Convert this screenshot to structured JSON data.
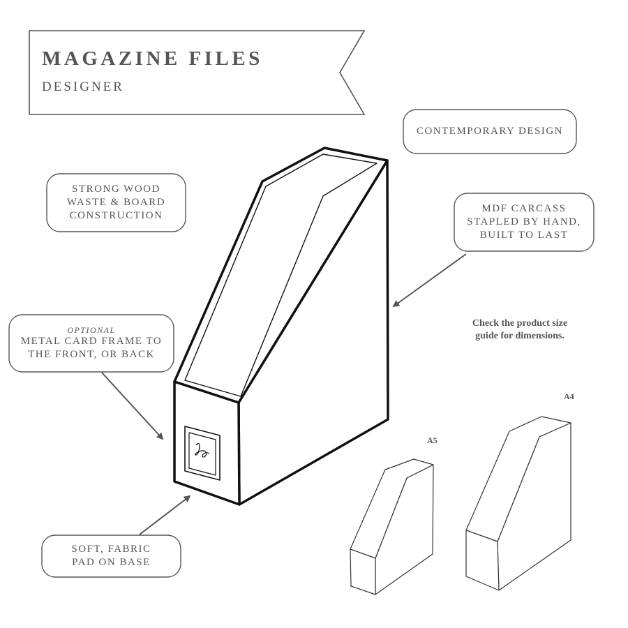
{
  "banner": {
    "title": "MAGAZINE FILES",
    "subtitle": "DESIGNER"
  },
  "callouts": {
    "contemporary": {
      "lines": [
        "CONTEMPORARY DESIGN"
      ]
    },
    "wood": {
      "lines": [
        "STRONG WOOD",
        "WASTE & BOARD",
        "CONSTRUCTION"
      ]
    },
    "mdf": {
      "lines": [
        "MDF CARCASS",
        "STAPLED BY HAND,",
        "BUILT TO LAST"
      ]
    },
    "card_frame": {
      "optional_label": "OPTIONAL",
      "lines": [
        "METAL CARD FRAME TO",
        "THE FRONT, OR BACK"
      ]
    },
    "fabric_pad": {
      "lines": [
        "SOFT, FABRIC",
        "PAD ON BASE"
      ]
    }
  },
  "note": {
    "lines": [
      "Check the product size",
      "guide for dimensions."
    ]
  },
  "sizes": {
    "a5": "A5",
    "a4": "A4"
  },
  "colors": {
    "stroke": "#555555",
    "box_outline": "#111111",
    "background": "#ffffff"
  },
  "icons": {
    "card_frame": "signature-card-icon",
    "arrow": "arrow-icon"
  }
}
